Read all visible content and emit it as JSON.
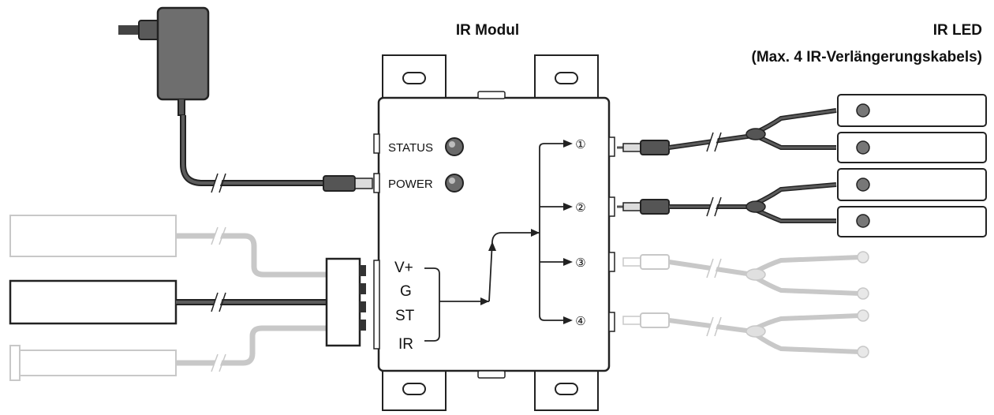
{
  "titles": {
    "module": "IR Modul",
    "led_line1": "IR LED",
    "led_line2": "(Max. 4 IR-Verlängerungskabels)"
  },
  "module": {
    "status_label": "STATUS",
    "power_label": "POWER",
    "pins": [
      "V+",
      "G",
      "ST",
      "IR"
    ],
    "outputs": [
      "①",
      "②",
      "③",
      "④"
    ]
  },
  "colors": {
    "line": "#1a1a1a",
    "cable_dark": "#3a3a3a",
    "faded": "#c8c8c8",
    "adapter": "#6e6e6e"
  }
}
